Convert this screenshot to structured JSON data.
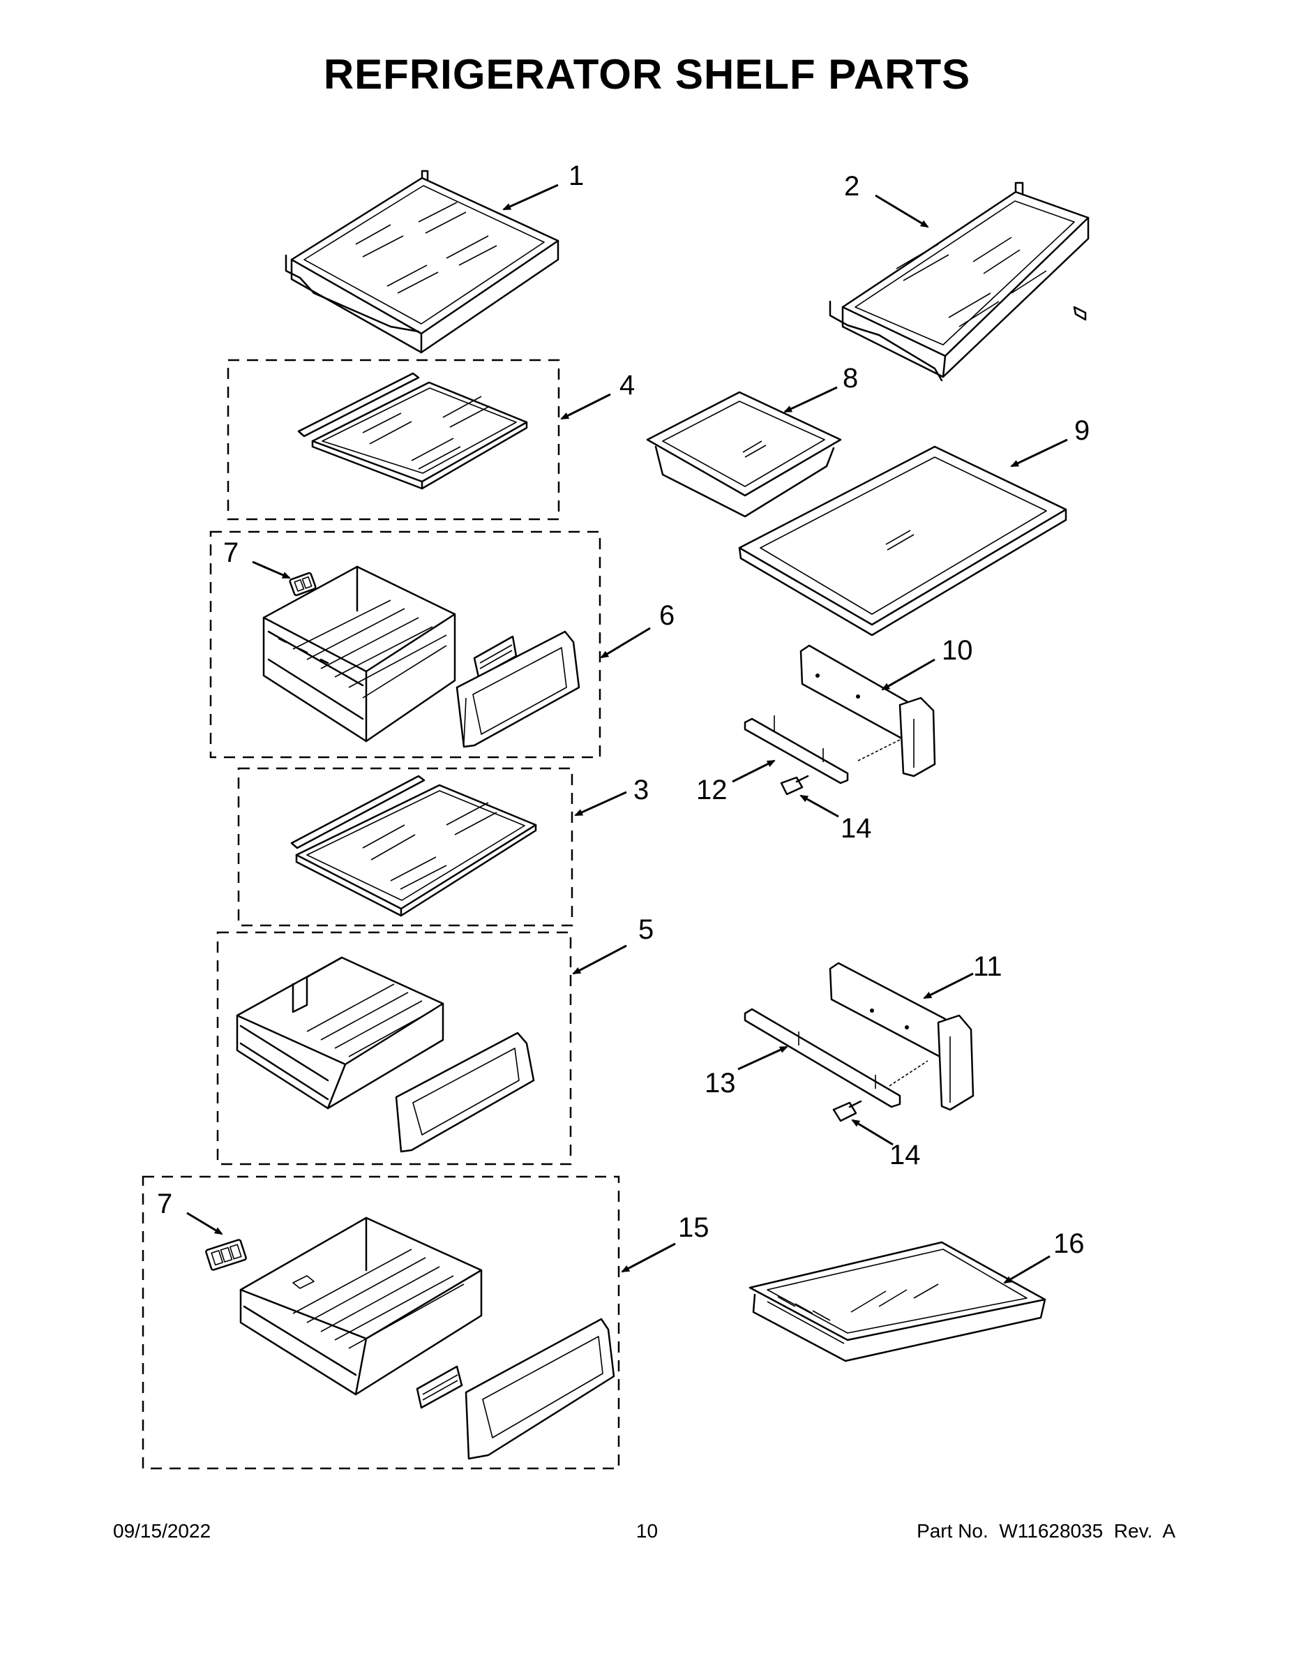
{
  "title": "REFRIGERATOR SHELF PARTS",
  "footer": {
    "date": "09/15/2022",
    "page": "10",
    "part_no": "Part No.  W11628035  Rev.  A"
  },
  "callouts": {
    "c1": "1",
    "c2": "2",
    "c3": "3",
    "c4": "4",
    "c5": "5",
    "c6": "6",
    "c7a": "7",
    "c7b": "7",
    "c8": "8",
    "c9": "9",
    "c10": "10",
    "c11": "11",
    "c12": "12",
    "c13": "13",
    "c14a": "14",
    "c14b": "14",
    "c15": "15",
    "c16": "16"
  }
}
